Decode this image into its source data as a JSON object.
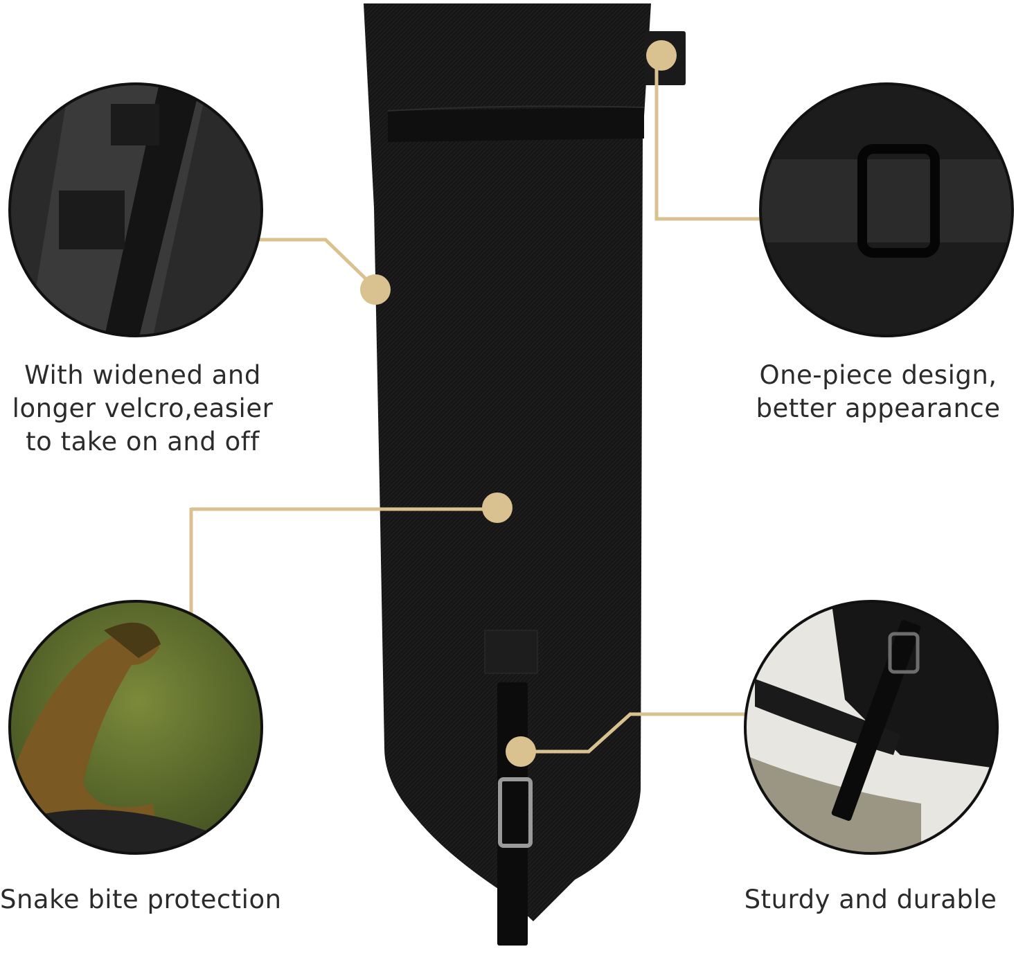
{
  "features": [
    {
      "id": "velcro",
      "caption_lines": [
        "With widened and",
        "longer velcro,easier",
        "to take on and off"
      ]
    },
    {
      "id": "one-piece",
      "caption_lines": [
        "One-piece design,",
        "better appearance"
      ]
    },
    {
      "id": "snake",
      "caption_lines": [
        "Snake bite protection"
      ]
    },
    {
      "id": "sturdy",
      "caption_lines": [
        "Sturdy and durable"
      ]
    }
  ],
  "colors": {
    "accent": "#d9c28f",
    "gaiter": "#161616",
    "text": "#2b2b2b",
    "background": "#ffffff"
  }
}
